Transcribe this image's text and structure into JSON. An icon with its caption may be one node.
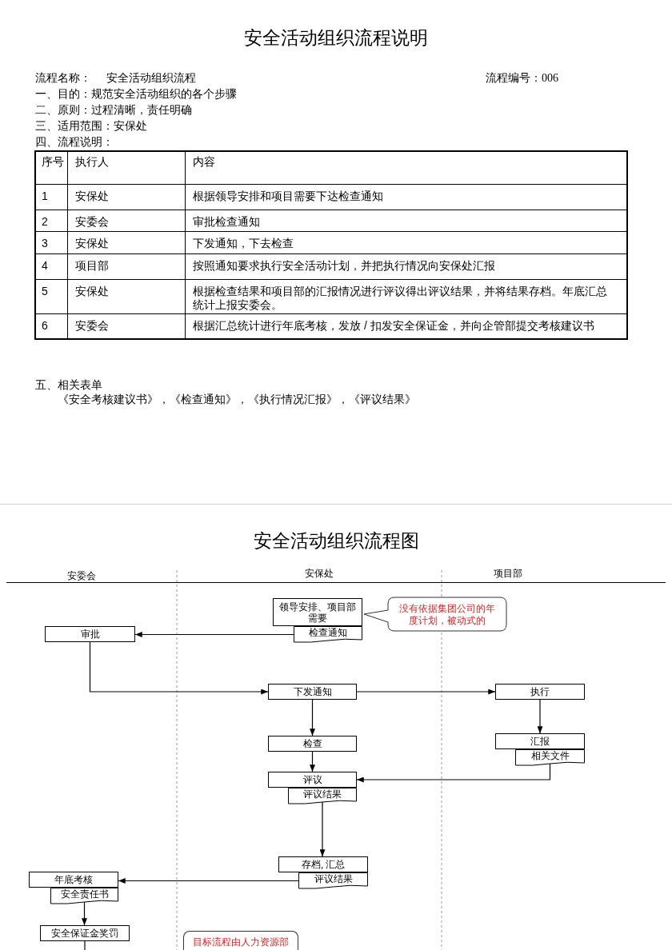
{
  "diagram": {
    "title": "安全活动组织流程说明",
    "nodes": [
      {
        "text": [
          "领导安排、项目部需要"
        ]
      },
      {
        "text": [
          "检查通知"
        ]
      },
      {
        "text": [
          "没有依据集团公司的年度计划，被动式的"
        ]
      },
      {
        "text": [
          "审批"
        ]
      },
      {
        "text": [
          "下发通知"
        ]
      },
      {
        "text": [
          "执行"
        ]
      },
      {
        "text": [
          "检查"
        ]
      },
      {
        "text": [
          "汇报"
        ]
      },
      {
        "text": [
          "相关文件"
        ]
      },
      {
        "text": [
          "评议"
        ]
      },
      {
        "text": [
          "评议结果"
        ]
      },
      {
        "text": [
          "存档, 汇总"
        ]
      },
      {
        "text": [
          "评议结果"
        ]
      },
      {
        "text": [
          "年底考核"
        ]
      },
      {
        "text": [
          "安全责任书"
        ]
      },
      {
        "text": [
          "安全保证金奖罚"
        ]
      },
      {
        "text": [
          "目标流程由人力资源部"
        ]
      }
    ],
    "edges": [
      {
        "from": 1,
        "to": 3,
        "arrow": "to"
      },
      {
        "from": 3,
        "to": 4,
        "arrow": "to"
      },
      {
        "from": 4,
        "to": 5,
        "arrow": "to"
      },
      {
        "from": 4,
        "to": 6,
        "arrow": "to"
      },
      {
        "from": 5,
        "to": 7,
        "arrow": "to"
      },
      {
        "from": 6,
        "to": 9,
        "arrow": "to"
      },
      {
        "from": 8,
        "to": 9,
        "arrow": "to"
      },
      {
        "from": 10,
        "to": 11,
        "arrow": "to"
      },
      {
        "from": 12,
        "to": 13,
        "arrow": "to"
      },
      {
        "from": 14,
        "to": 15,
        "arrow": "to"
      },
      {
        "from": 15,
        "to": null,
        "arrow": "none"
      }
    ],
    "labels": [
      "流程名称：",
      "安全活动组织流程",
      "流程编号：006",
      "一、目的：规范安全活动组织的各个步骤",
      "二、原则：过程清晰，责任明确",
      "三、适用范围：安保处",
      "四、流程说明：",
      "序号",
      "执行人",
      "内容",
      "1",
      "安保处",
      "根据领导安排和项目需要下达检查通知",
      "2",
      "安委会",
      "审批检查通知",
      "3",
      "安保处",
      "下发通知，下去检查",
      "4",
      "项目部",
      "按照通知要求执行安全活动计划，并把执行情况向安保处汇报",
      "5",
      "安保处",
      "根据检查结果和项目部的汇报情况进行评议得出评议结果，并将结果存档。年底汇总统计上报安委会。",
      "6",
      "安委会",
      "根据汇总统计进行年底考核，发放 / 扣发安全保证金，并向企管部提交考核建议书",
      "五、相关表单",
      "《安全考核建议书》，《检查通知》，《执行情况汇报》，《评议结果》",
      "安全活动组织流程图",
      "安委会",
      "安保处",
      "项目部"
    ]
  }
}
